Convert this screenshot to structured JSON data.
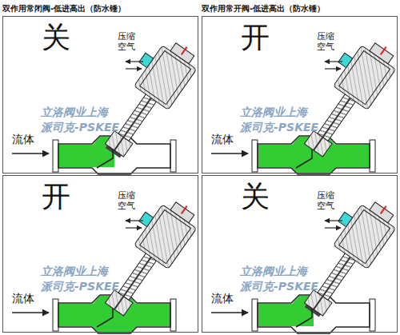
{
  "diagram": {
    "nodes": [
      {
        "text": [
          "关"
        ]
      },
      {
        "text": [
          "开"
        ]
      },
      {
        "text": [
          "开"
        ]
      },
      {
        "text": [
          "关"
        ]
      }
    ],
    "labels": [
      "双作用常闭阀-低进高出（防水锤）",
      "双作用常开阀-低进高出（防水锤）",
      "压缩空气",
      "流体",
      "立洛阀业上海",
      "派司克-PSKEE",
      "压缩空气",
      "流体",
      "立洛阀业上海",
      "派司克-PSKEE",
      "压缩空气",
      "流体",
      "立洛阀业上海",
      "派司克-PSKEE",
      "压缩空气",
      "流体",
      "立洛阀业上海",
      "派司克-PSKEE"
    ]
  }
}
